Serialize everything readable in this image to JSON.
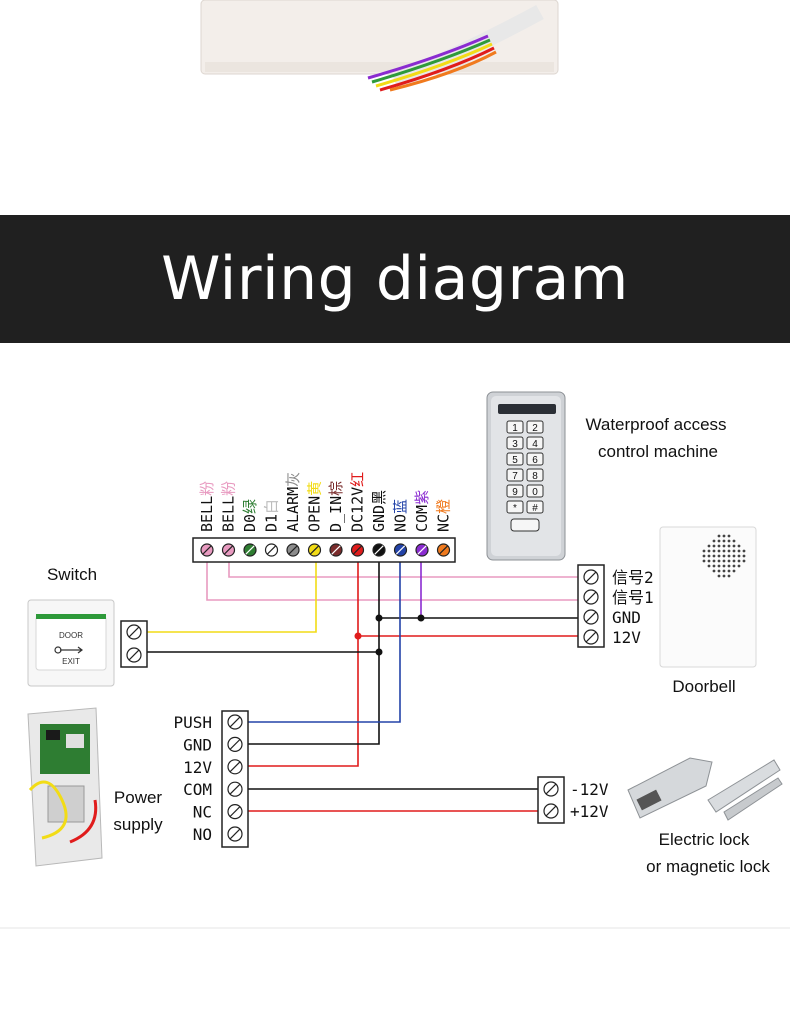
{
  "title": "Wiring diagram",
  "colors": {
    "banner_bg": "#202020",
    "pink": "#e89ac0",
    "green": "#2e7d32",
    "gray": "#8c8c8c",
    "yellow": "#f2dc16",
    "brown": "#7a2c2c",
    "red": "#e01c1c",
    "black": "#111111",
    "blue": "#2343a8",
    "purple": "#8a2bd0",
    "orange": "#f07a1e"
  },
  "controller_terminals": [
    {
      "label": "BELL",
      "cn": "粉",
      "color": "#e89ac0"
    },
    {
      "label": "BELL",
      "cn": "粉",
      "color": "#e89ac0"
    },
    {
      "label": "D0",
      "cn": "绿",
      "color": "#2e7d32"
    },
    {
      "label": "D1",
      "cn": "白",
      "color": "#ffffff"
    },
    {
      "label": "ALARM",
      "cn": "灰",
      "color": "#8c8c8c"
    },
    {
      "label": "OPEN",
      "cn": "黄",
      "color": "#f2dc16"
    },
    {
      "label": "D_IN",
      "cn": "棕",
      "color": "#7a2c2c"
    },
    {
      "label": "DC12V",
      "cn": "红",
      "color": "#e01c1c"
    },
    {
      "label": "GND",
      "cn": "黑",
      "color": "#111111"
    },
    {
      "label": "NO",
      "cn": "蓝",
      "color": "#2343a8"
    },
    {
      "label": "COM",
      "cn": "紫",
      "color": "#8a2bd0"
    },
    {
      "label": "NC",
      "cn": "橙",
      "color": "#f07a1e"
    }
  ],
  "devices": {
    "access_machine": "Waterproof access\ncontrol machine",
    "switch": "Switch",
    "doorbell": "Doorbell",
    "power_supply": "Power\nsupply",
    "lock": "Electric lock\nor magnetic lock"
  },
  "keypad_keys": [
    "1",
    "2",
    "3",
    "4",
    "5",
    "6",
    "7",
    "8",
    "9",
    "0",
    "*",
    "#"
  ],
  "exit_button": {
    "line1": "DOOR",
    "line2": "EXIT"
  },
  "doorbell_terminals": [
    "信号2",
    "信号1",
    "GND",
    "12V"
  ],
  "power_terminals": [
    "PUSH",
    "GND",
    "12V",
    "COM",
    "NC",
    "NO"
  ],
  "lock_terminals": [
    "-12V",
    "+12V"
  ]
}
